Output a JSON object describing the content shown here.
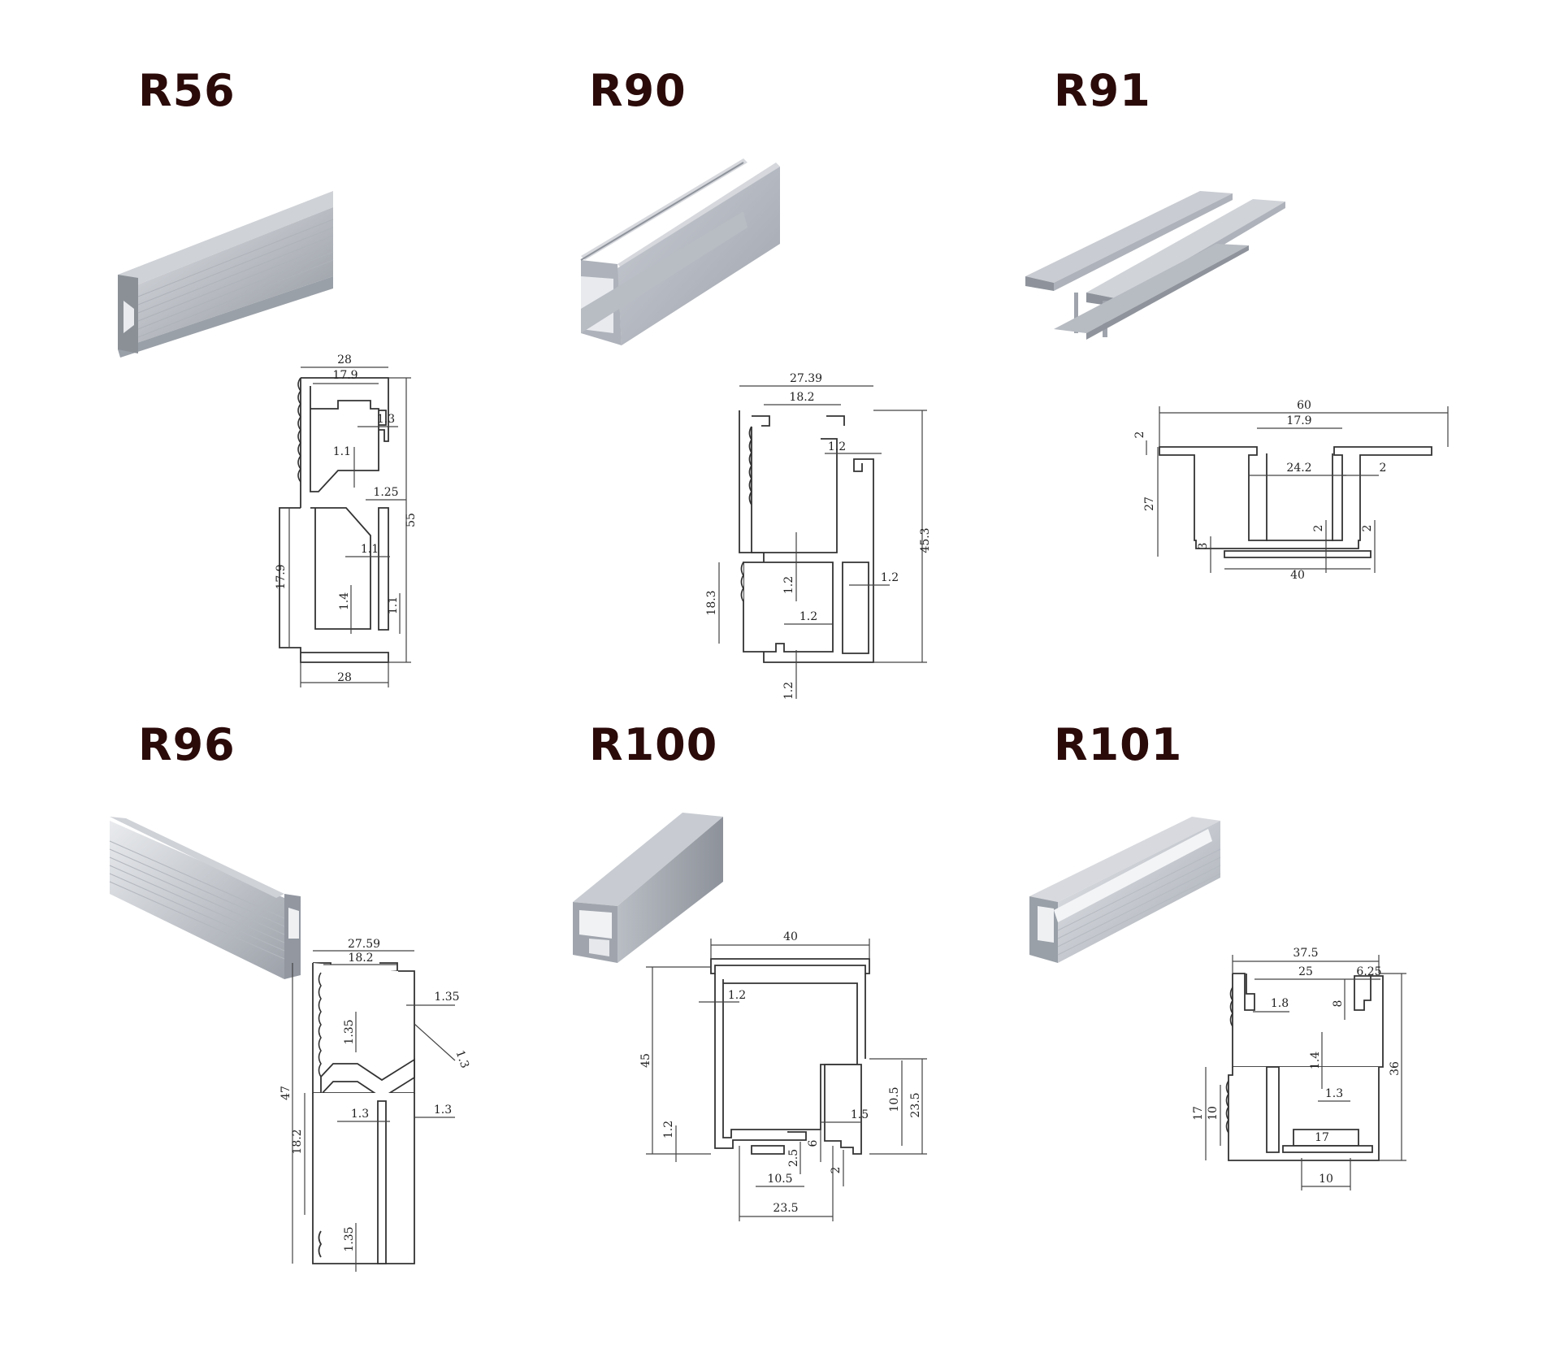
{
  "colors": {
    "title": "#2b0a0a",
    "metal_light": "#d9dbe0",
    "metal_mid": "#a9adb5",
    "metal_dark": "#7d828b"
  },
  "panels": [
    {
      "title": "R56",
      "dims": {
        "top_width": "28",
        "top_opening": "17.9",
        "wall_top": "1.3",
        "rib_a": "1.1",
        "rib_b": "1.25",
        "height": "55",
        "side_opening": "17.9",
        "rib_c": "1.1",
        "rib_d": "1.4",
        "rib_e": "1.1",
        "bottom_width": "28"
      }
    },
    {
      "title": "R90",
      "dims": {
        "top_width": "27.39",
        "top_opening": "18.2",
        "wall_top": "1.2",
        "height": "45.3",
        "rib_a": "1.2",
        "rib_b": "1.2",
        "side_opening": "18.3",
        "rib_c": "1.2",
        "bottom": "1.2"
      }
    },
    {
      "title": "R91",
      "dims": {
        "overall_width": "60",
        "top_opening": "17.9",
        "flange": "2",
        "inner_width": "24.2",
        "web": "2",
        "height": "27",
        "foot_a": "3",
        "foot_b": "2",
        "foot_c": "2",
        "bottom_width": "40"
      }
    },
    {
      "title": "R96",
      "dims": {
        "top_width": "27.59",
        "top_opening": "18.2",
        "wall_top": "1.35",
        "rib_a": "1.35",
        "rib_diag": "1.3",
        "height": "47",
        "side_opening": "18.2",
        "rib_b": "1.3",
        "rib_c": "1.3",
        "rib_d": "1.35"
      }
    },
    {
      "title": "R100",
      "dims": {
        "top_width": "40",
        "wall": "1.2",
        "height": "45",
        "side_a": "1.2",
        "flange": "1.5",
        "step": "10.5",
        "right_height": "23.5",
        "slot_a": "2.5",
        "slot_b": "6",
        "lip": "2",
        "slot_width": "10.5",
        "bottom_width": "23.5"
      }
    },
    {
      "title": "R101",
      "dims": {
        "overall_width": "37.5",
        "top_opening": "25",
        "lip_width": "6.25",
        "lip_height": "8",
        "wall": "1.8",
        "height": "36",
        "web": "1.4",
        "side_height": "17",
        "side_inner": "10",
        "rib": "1.3",
        "channel": "17",
        "bottom_width": "10"
      }
    }
  ]
}
